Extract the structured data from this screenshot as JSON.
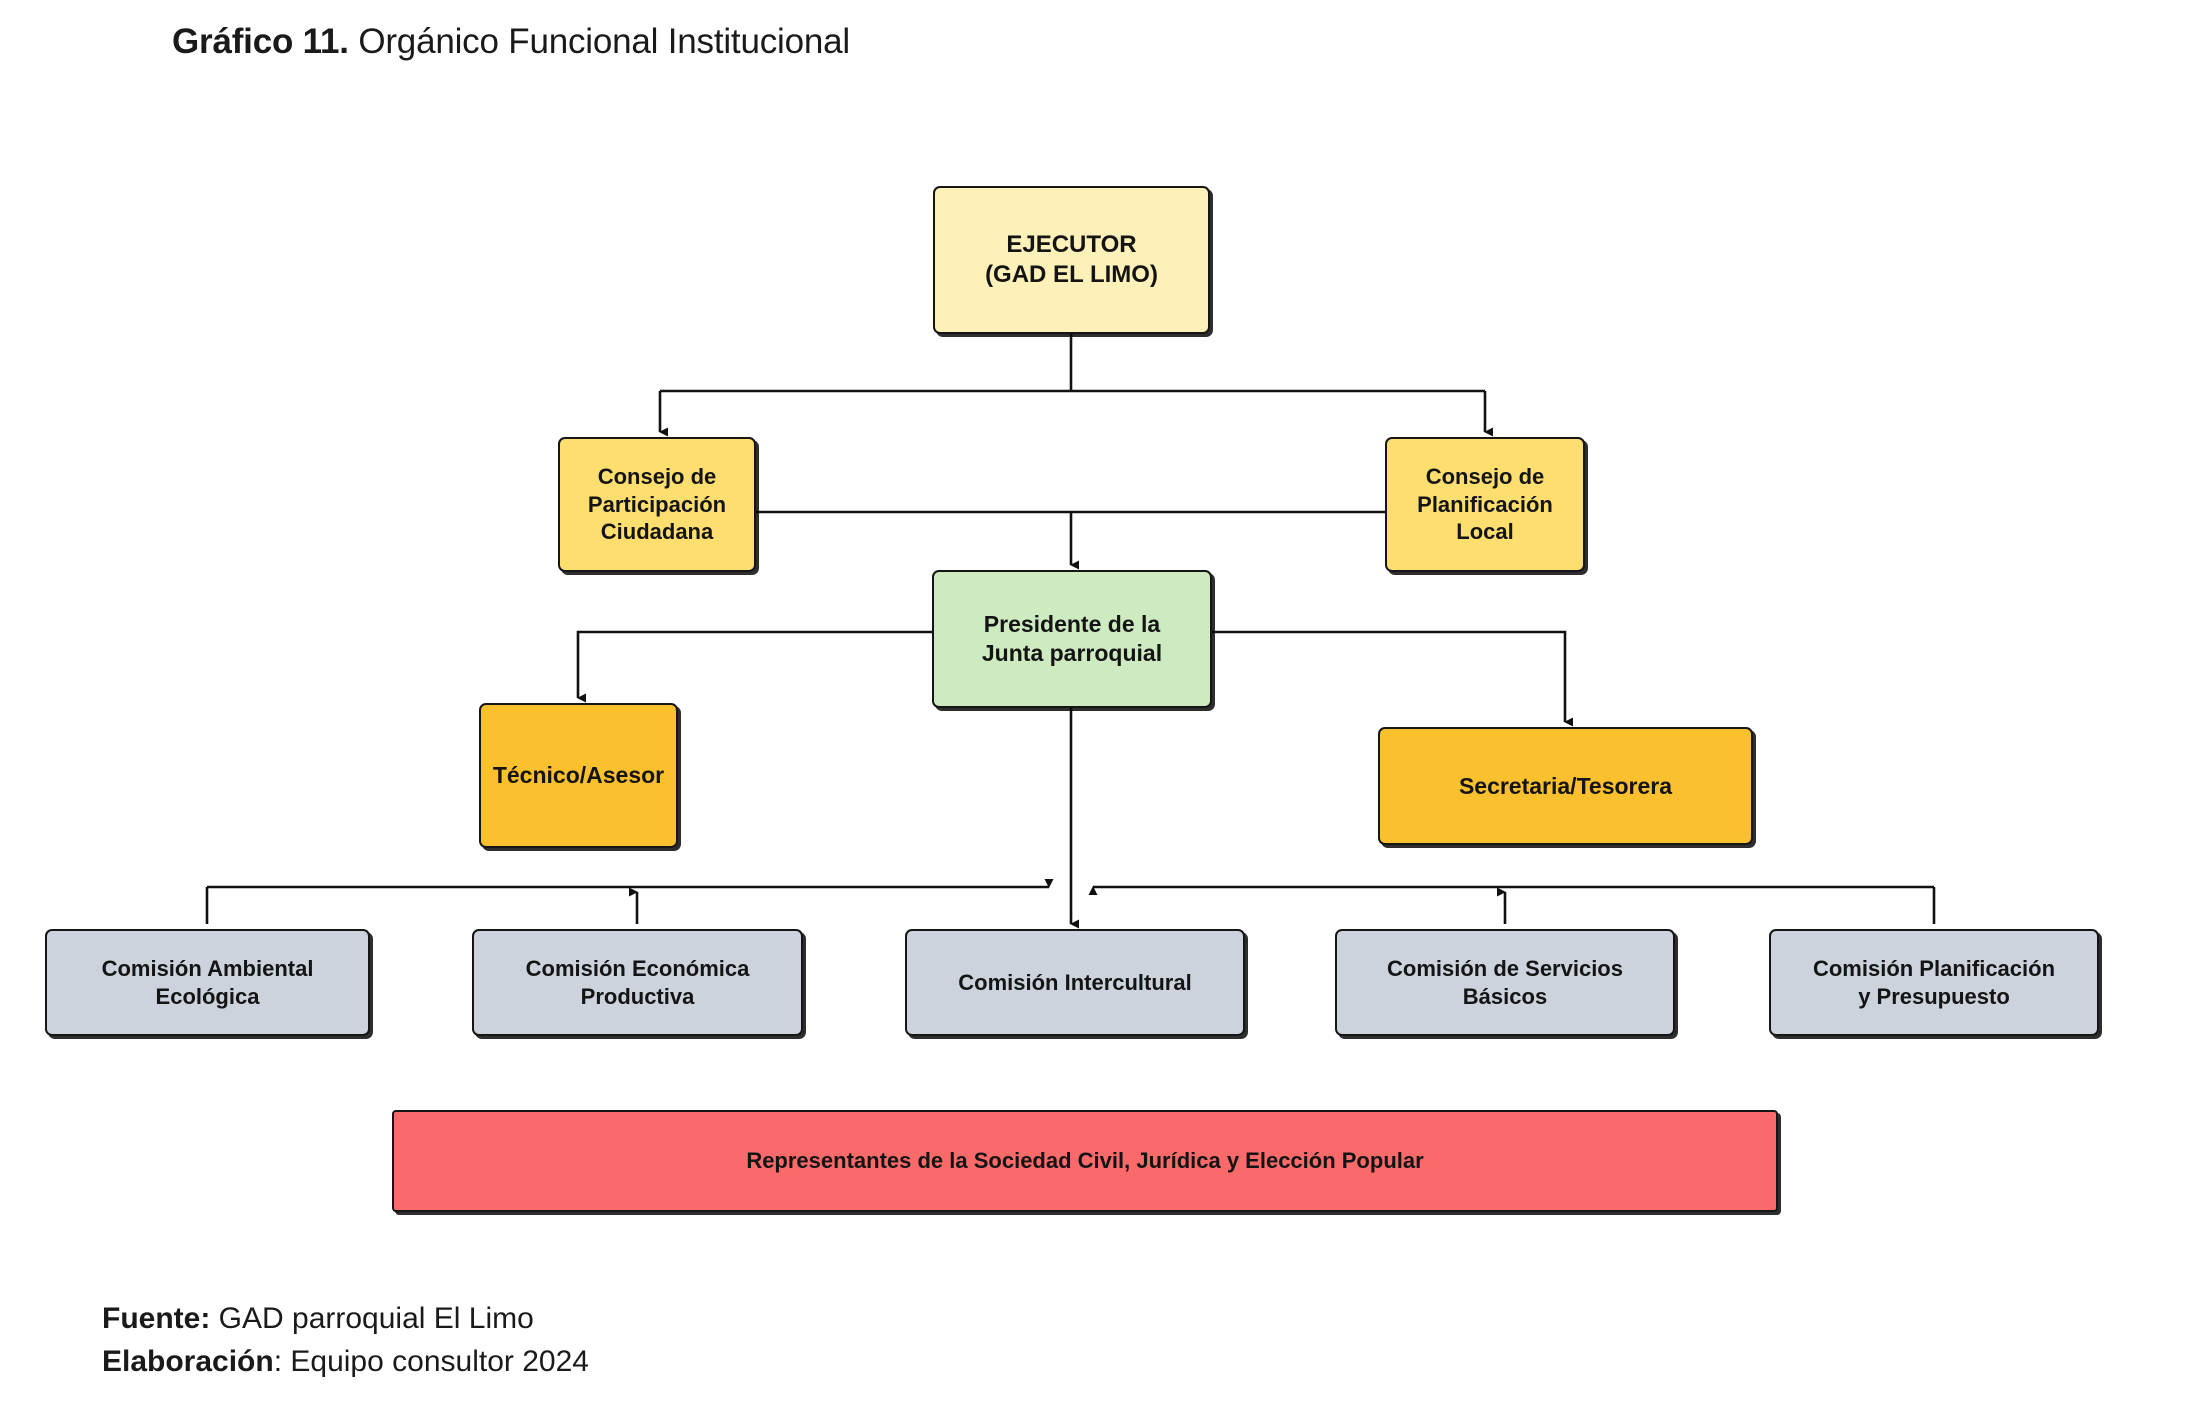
{
  "title": {
    "prefix": "Gráfico 11.",
    "text": " Orgánico Funcional Institucional"
  },
  "diagram": {
    "type": "organizational-chart",
    "nodes": {
      "ejecutor": {
        "label": "EJECUTOR\n(GAD EL LIMO)",
        "color": "#fdf0b8"
      },
      "participacion": {
        "label": "Consejo de\nParticipación\nCiudadana",
        "color": "#fdde6e"
      },
      "planificacion": {
        "label": "Consejo de\nPlanificación\nLocal",
        "color": "#fdde6e"
      },
      "presidente": {
        "label": "Presidente de la\nJunta parroquial",
        "color": "#cdeac0"
      },
      "tecnico": {
        "label": "Técnico/Asesor",
        "color": "#fbc02d"
      },
      "secretaria": {
        "label": "Secretaria/Tesorera",
        "color": "#fbc02d"
      },
      "representantes": {
        "label": "Representantes de la Sociedad Civil, Jurídica y Elección Popular",
        "color": "#fa6a6a"
      }
    },
    "comisiones": [
      {
        "label": "Comisión Ambiental\nEcológica",
        "color": "#ccd3dc"
      },
      {
        "label": "Comisión Económica\nProductiva",
        "color": "#ccd3dc"
      },
      {
        "label": "Comisión Intercultural",
        "color": "#ccd3dc"
      },
      {
        "label": "Comisión de Servicios\nBásicos",
        "color": "#ccd3dc"
      },
      {
        "label": "Comisión Planificación\ny Presupuesto",
        "color": "#ccd3dc"
      }
    ]
  },
  "footer": {
    "source_key": "Fuente:",
    "source_value": " GAD parroquial El Limo",
    "author_key": "Elaboración",
    "author_value": ": Equipo consultor 2024"
  }
}
